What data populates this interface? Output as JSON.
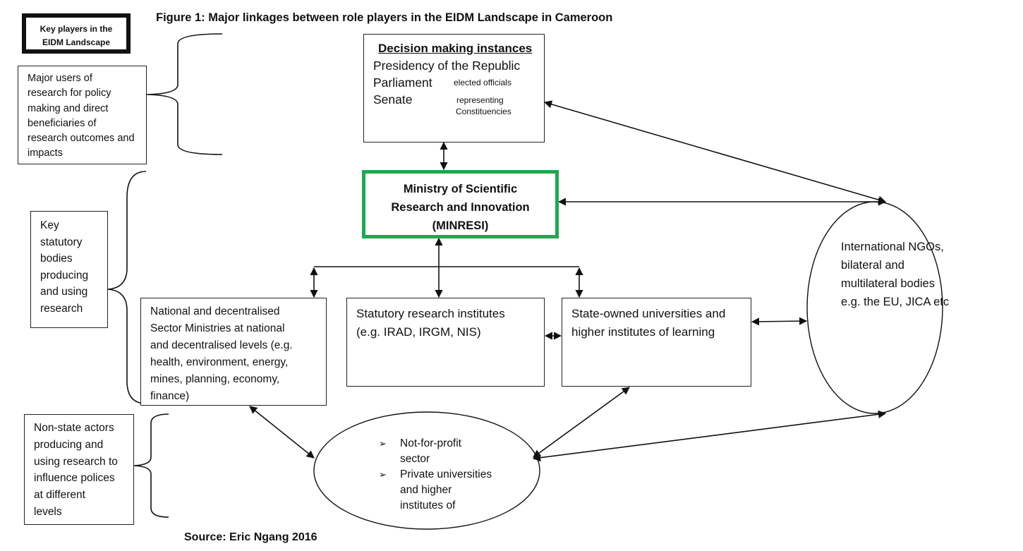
{
  "figure": {
    "title": "Figure 1: Major linkages between role players in the EIDM Landscape in Cameroon",
    "source": "Source: Eric Ngang 2016",
    "accent_color": "#1aaa4f"
  },
  "legend": {
    "header": [
      "Key players in the",
      "EIDM Landscape"
    ],
    "groups": [
      {
        "label": "Major users of research for policy making and direct beneficiaries  of research outcomes and impacts",
        "lines": [
          "Major users of",
          "research for policy",
          "making and direct",
          "beneficiaries  of",
          "research outcomes and",
          "impacts"
        ]
      },
      {
        "label": "Key statutory bodies producing and using research",
        "lines": [
          "Key",
          "statutory",
          "bodies",
          "producing",
          "and using",
          "research"
        ]
      },
      {
        "label": "Non-state actors producing and using research to influence polices at different levels",
        "lines": [
          "Non-state actors",
          "producing and",
          "using research to",
          "influence polices",
          "at different",
          "levels"
        ]
      }
    ]
  },
  "nodes": {
    "decision": {
      "heading": "Decision making instances",
      "items": [
        "Presidency of the Republic",
        "Parliament",
        "Senate"
      ],
      "note_lines": [
        "elected officials",
        "representing",
        "Constituencies"
      ]
    },
    "minresi": {
      "lines": [
        "Ministry of Scientific",
        "Research and Innovation",
        "(MINRESI)"
      ]
    },
    "sector_ministries": {
      "lines": [
        "National and decentralised",
        "Sector Ministries at national",
        "and decentralised levels (e.g.",
        "health, environment, energy,",
        "mines, planning, economy,",
        "finance)"
      ]
    },
    "research_institutes": {
      "lines": [
        "Statutory research institutes",
        "(e.g. IRAD, IRGM, NIS)"
      ]
    },
    "universities": {
      "lines": [
        "State-owned universities and",
        "higher institutes of learning"
      ]
    },
    "international": {
      "lines": [
        "International NGOs,",
        "bilateral and",
        "multilateral bodies",
        "e.g. the EU, JICA etc"
      ]
    },
    "non_state": {
      "bullet_icon": "➢",
      "bullets": [
        {
          "lines": [
            "Not-for-profit",
            "sector"
          ]
        },
        {
          "lines": [
            "Private universities",
            "and higher",
            "institutes of"
          ]
        }
      ]
    }
  },
  "links": [
    {
      "from": "decision",
      "to": "minresi",
      "type": "bidirectional"
    },
    {
      "from": "decision",
      "to": "international",
      "type": "bidirectional"
    },
    {
      "from": "minresi",
      "to": "international",
      "type": "bidirectional"
    },
    {
      "from": "minresi",
      "to": "research_institutes",
      "type": "bidirectional"
    },
    {
      "from": "minresi",
      "to": "sector_ministries",
      "type": "bidirectional"
    },
    {
      "from": "minresi",
      "to": "universities",
      "type": "bidirectional"
    },
    {
      "from": "research_institutes",
      "to": "universities",
      "type": "bidirectional"
    },
    {
      "from": "universities",
      "to": "international",
      "type": "bidirectional"
    },
    {
      "from": "sector_ministries",
      "to": "non_state",
      "type": "bidirectional"
    },
    {
      "from": "universities",
      "to": "non_state",
      "type": "bidirectional"
    },
    {
      "from": "non_state",
      "to": "international",
      "type": "bidirectional"
    }
  ]
}
